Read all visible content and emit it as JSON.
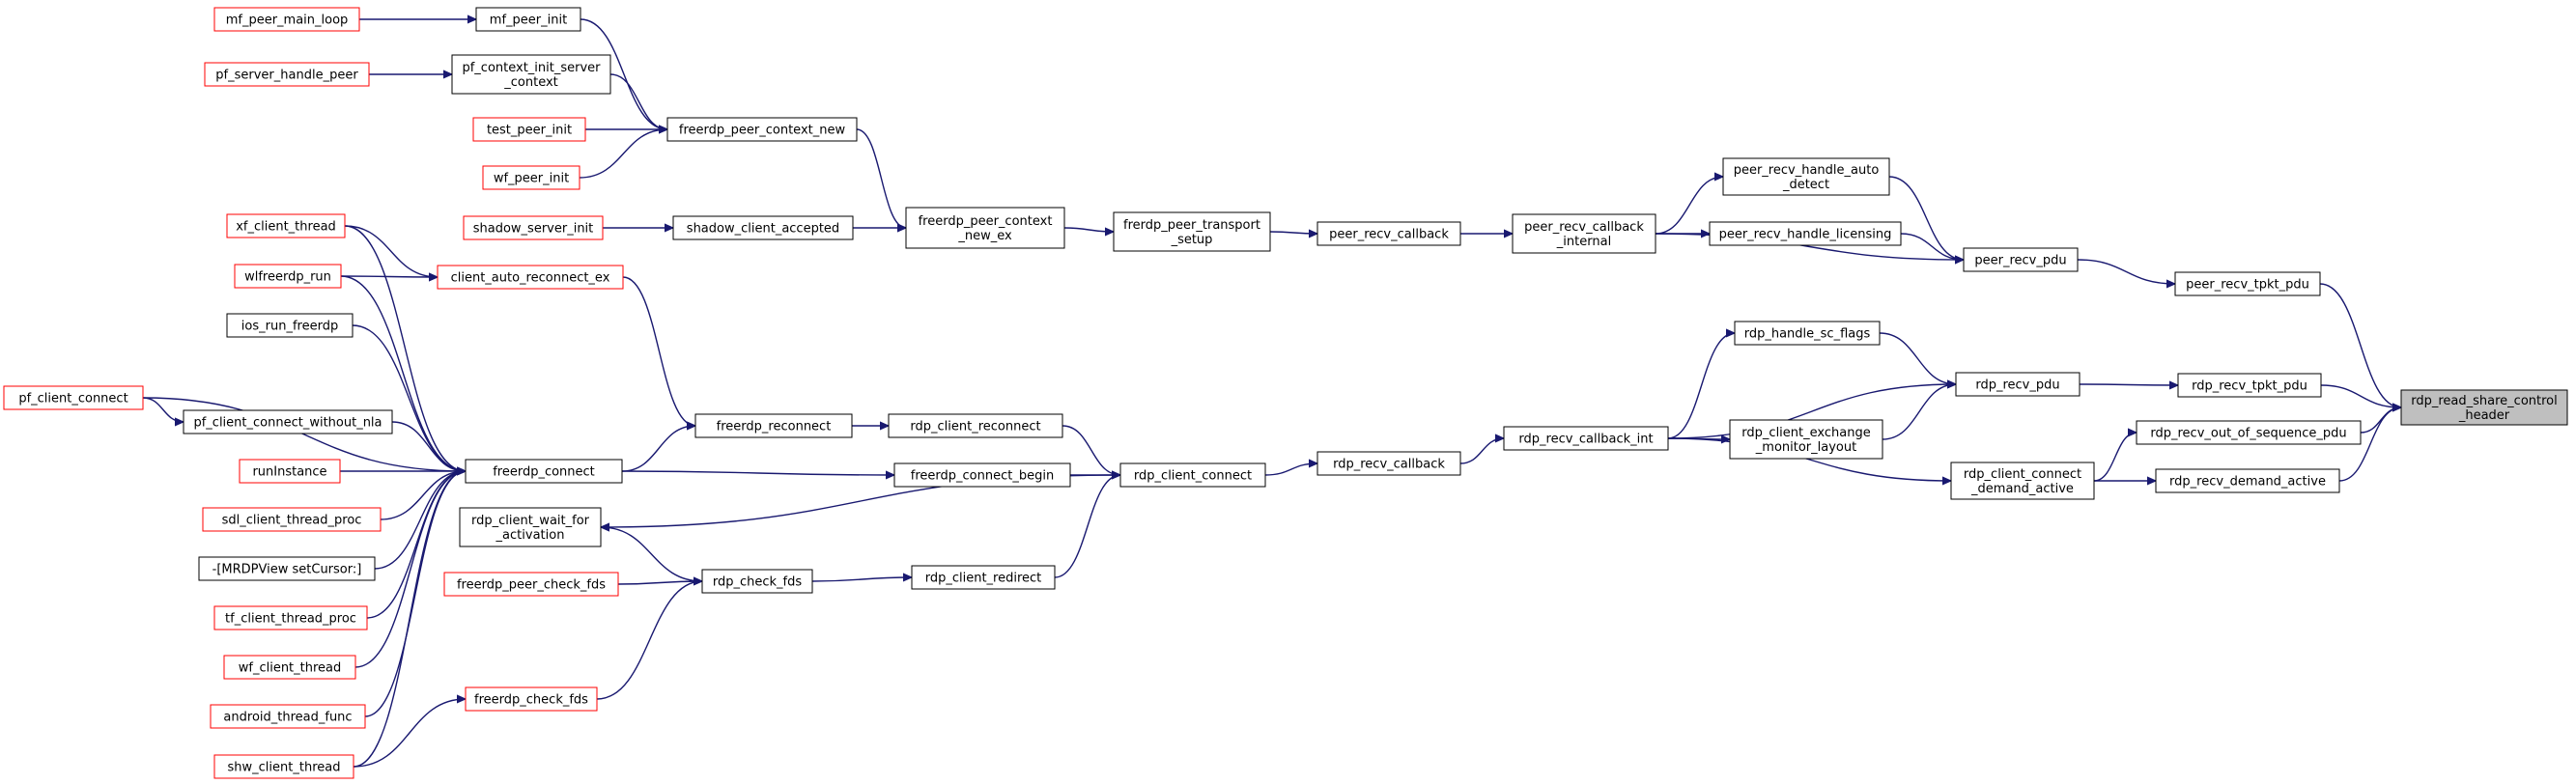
{
  "graph": {
    "nodes": {
      "n_target": [
        "rdp_read_share_control",
        "_header"
      ],
      "n_peer_tpkt": [
        "peer_recv_tpkt_pdu"
      ],
      "n_rdp_tpkt": [
        "rdp_recv_tpkt_pdu"
      ],
      "n_oos": [
        "rdp_recv_out_of_sequence_pdu"
      ],
      "n_demand": [
        "rdp_recv_demand_active"
      ],
      "n_peer_pdu": [
        "peer_recv_pdu"
      ],
      "n_rdp_pdu": [
        "rdp_recv_pdu"
      ],
      "n_connect_demand": [
        "rdp_client_connect",
        "_demand_active"
      ],
      "n_auto_detect": [
        "peer_recv_handle_auto",
        "_detect"
      ],
      "n_licensing": [
        "peer_recv_handle_licensing"
      ],
      "n_cb_internal": [
        "peer_recv_callback",
        "_internal"
      ],
      "n_sc_flags": [
        "rdp_handle_sc_flags"
      ],
      "n_exchange": [
        "rdp_client_exchange",
        "_monitor_layout"
      ],
      "n_cb_int": [
        "rdp_recv_callback_int"
      ],
      "n_peer_cb": [
        "peer_recv_callback"
      ],
      "n_transport": [
        "frerdp_peer_transport",
        "_setup"
      ],
      "n_ctx_new_ex": [
        "freerdp_peer_context",
        "_new_ex"
      ],
      "n_recv_cb": [
        "rdp_recv_callback"
      ],
      "n_client_connect": [
        "rdp_client_connect"
      ],
      "n_shadow_acc": [
        "shadow_client_accepted"
      ],
      "n_shadow_init": [
        "shadow_server_init"
      ],
      "n_ctx_new": [
        "freerdp_peer_context_new"
      ],
      "n_mf_init": [
        "mf_peer_init"
      ],
      "n_mf_loop": [
        "mf_peer_main_loop"
      ],
      "n_pf_ctx_init": [
        "pf_context_init_server",
        "_context"
      ],
      "n_pf_handle": [
        "pf_server_handle_peer"
      ],
      "n_test_init": [
        "test_peer_init"
      ],
      "n_wf_init": [
        "wf_peer_init"
      ],
      "n_client_reconn": [
        "rdp_client_reconnect"
      ],
      "n_connect_begin": [
        "freerdp_connect_begin"
      ],
      "n_redirect": [
        "rdp_client_redirect"
      ],
      "n_reconnect": [
        "freerdp_reconnect"
      ],
      "n_connect": [
        "freerdp_connect"
      ],
      "n_check_fds": [
        "rdp_check_fds"
      ],
      "n_wait_act": [
        "rdp_client_wait_for",
        "_activation"
      ],
      "n_peer_check": [
        "freerdp_peer_check_fds"
      ],
      "n_fr_check": [
        "freerdp_check_fds"
      ],
      "n_auto_reconn": [
        "client_auto_reconnect_ex"
      ],
      "n_xf": [
        "xf_client_thread"
      ],
      "n_wlf": [
        "wlfreerdp_run"
      ],
      "n_ios": [
        "ios_run_freerdp"
      ],
      "n_pf_conn": [
        "pf_client_connect"
      ],
      "n_pf_nla": [
        "pf_client_connect_without_nla"
      ],
      "n_run": [
        "runInstance"
      ],
      "n_sdl": [
        "sdl_client_thread_proc"
      ],
      "n_mrdp": [
        "-[MRDPView setCursor:]"
      ],
      "n_tf": [
        "tf_client_thread_proc"
      ],
      "n_wf_thread": [
        "wf_client_thread"
      ],
      "n_android": [
        "android_thread_func"
      ],
      "n_shw": [
        "shw_client_thread"
      ]
    }
  },
  "colors": {
    "edge": "#191970",
    "red_border": "#ff0000",
    "black_border": "#000000",
    "target_fill": "#bfbfbf"
  }
}
